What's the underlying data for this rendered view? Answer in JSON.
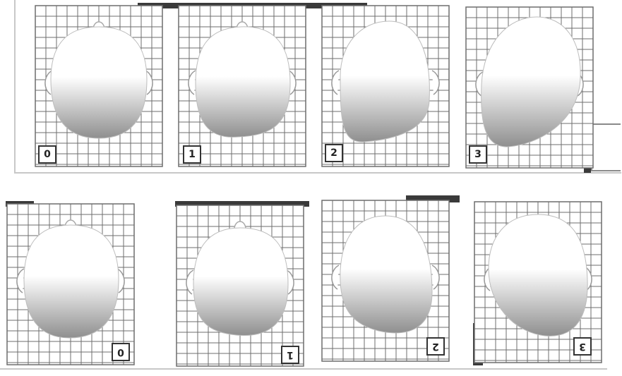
{
  "top_row": {
    "panels": [
      {
        "label": "0"
      },
      {
        "label": "1"
      },
      {
        "label": "2"
      },
      {
        "label": "3"
      }
    ]
  },
  "bottom_row": {
    "panels": [
      {
        "label": "0"
      },
      {
        "label": "1"
      },
      {
        "label": "2"
      },
      {
        "label": "3"
      }
    ]
  },
  "colors": {
    "grid": "#6d6d6d",
    "head_top": "#ffffff",
    "head_bottom": "#8f8f8f",
    "bar": "#3a3a3a"
  }
}
